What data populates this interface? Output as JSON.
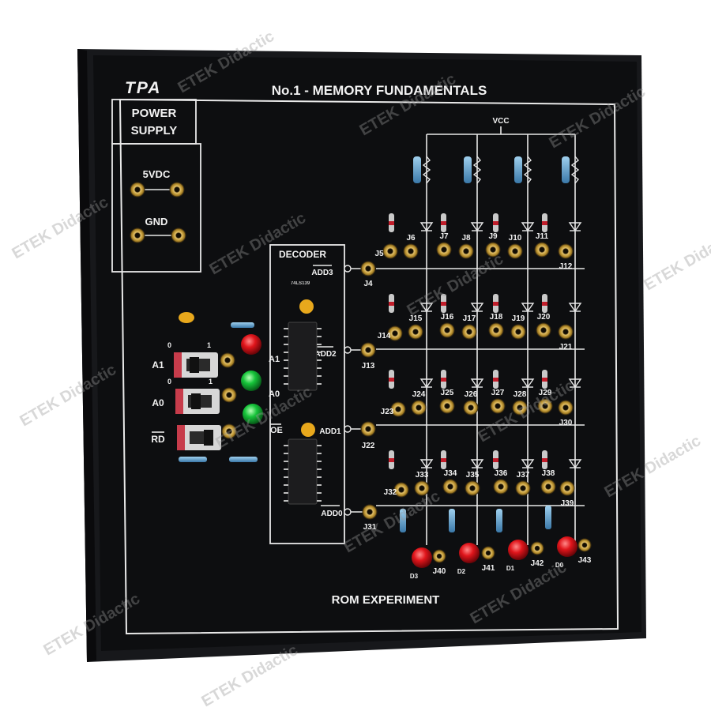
{
  "board": {
    "logo": "TPA",
    "title": "No.1 - MEMORY FUNDAMENTALS",
    "footer": "ROM EXPERIMENT",
    "colors": {
      "panel": "#0d0e10",
      "frame": "#1b1c1f",
      "print": "#f2f2f2",
      "jack": "#c9a24a",
      "led_red": "#e0151b",
      "led_green": "#16c43a",
      "cap": "#e8a81c"
    }
  },
  "power_supply": {
    "title_line1": "POWER",
    "title_line2": "SUPPLY",
    "v5_label": "5VDC",
    "gnd_label": "GND"
  },
  "inputs": {
    "switch_on": "1",
    "switch_off": "0",
    "a1_label": "A1",
    "a0_label": "A0",
    "rd_label": "RD",
    "out_a1": "A1",
    "out_a0": "A0",
    "out_oe": "OE"
  },
  "decoder": {
    "title": "DECODER",
    "ic_label": "74LS139",
    "out3": "ADD3",
    "out2": "ADD2",
    "out1": "ADD1",
    "out0": "ADD0"
  },
  "matrix": {
    "vcc": "VCC",
    "jacks": {
      "j4": "J4",
      "j5": "J5",
      "j6": "J6",
      "j7": "J7",
      "j8": "J8",
      "j9": "J9",
      "j10": "J10",
      "j11": "J11",
      "j12": "J12",
      "j13": "J13",
      "j14": "J14",
      "j15": "J15",
      "j16": "J16",
      "j17": "J17",
      "j18": "J18",
      "j19": "J19",
      "j20": "J20",
      "j21": "J21",
      "j22": "J22",
      "j23": "J23",
      "j24": "J24",
      "j25": "J25",
      "j26": "J26",
      "j27": "J27",
      "j28": "J28",
      "j29": "J29",
      "j30": "J30",
      "j31": "J31",
      "j32": "J32",
      "j33": "J33",
      "j34": "J34",
      "j35": "J35",
      "j36": "J36",
      "j37": "J37",
      "j38": "J38",
      "j39": "J39",
      "j40": "J40",
      "j41": "J41",
      "j42": "J42",
      "j43": "J43"
    },
    "outputs": {
      "d3": "D3",
      "d2": "D2",
      "d1": "D1",
      "d0": "D0"
    }
  },
  "watermark": "ETEK Didactic"
}
